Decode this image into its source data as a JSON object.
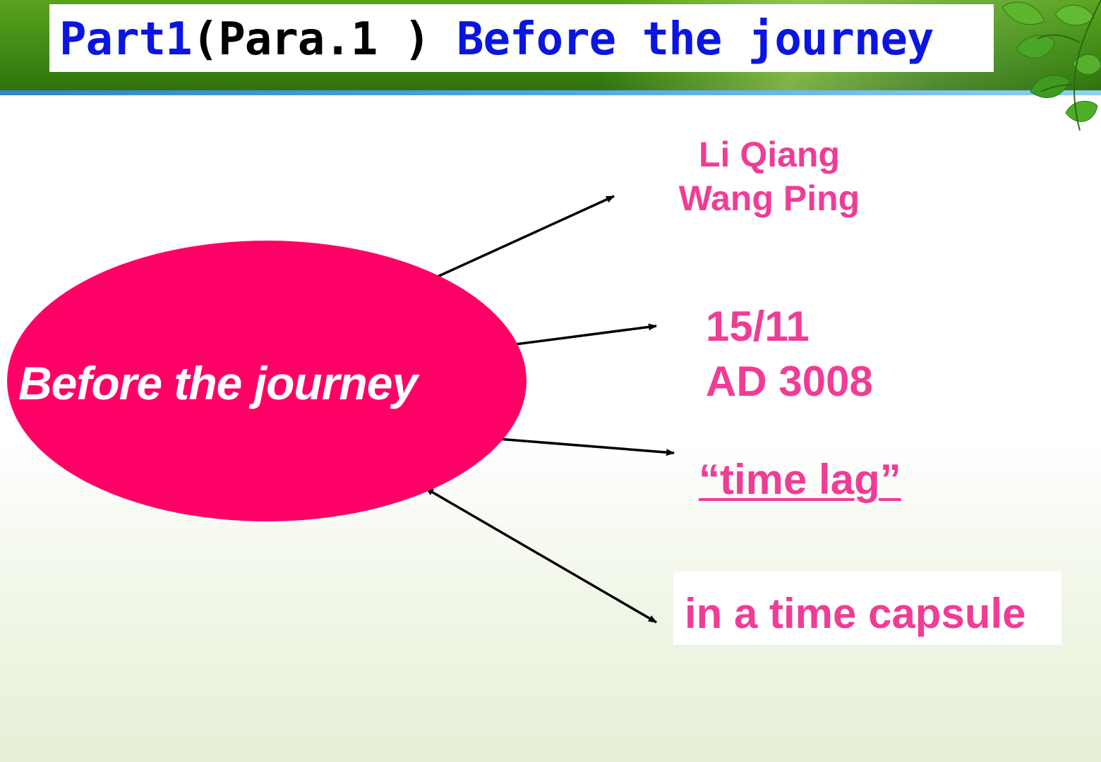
{
  "title": {
    "part": "Part1",
    "para": "(Para.1 )",
    "heading": "Before the journey"
  },
  "diagram": {
    "center_label": "Before the journey",
    "nodes": {
      "names": [
        "Li Qiang",
        "Wang Ping"
      ],
      "date": [
        "15/11",
        "AD 3008"
      ],
      "concept": "“time lag”",
      "place": "in a time capsule"
    }
  },
  "colors": {
    "ellipse": "#ff0066",
    "node_text": "#ef3d96",
    "title_blue": "#0a16e0",
    "banner_green": "#3f8a14"
  },
  "icons": [
    "leaf-decoration-icon"
  ]
}
